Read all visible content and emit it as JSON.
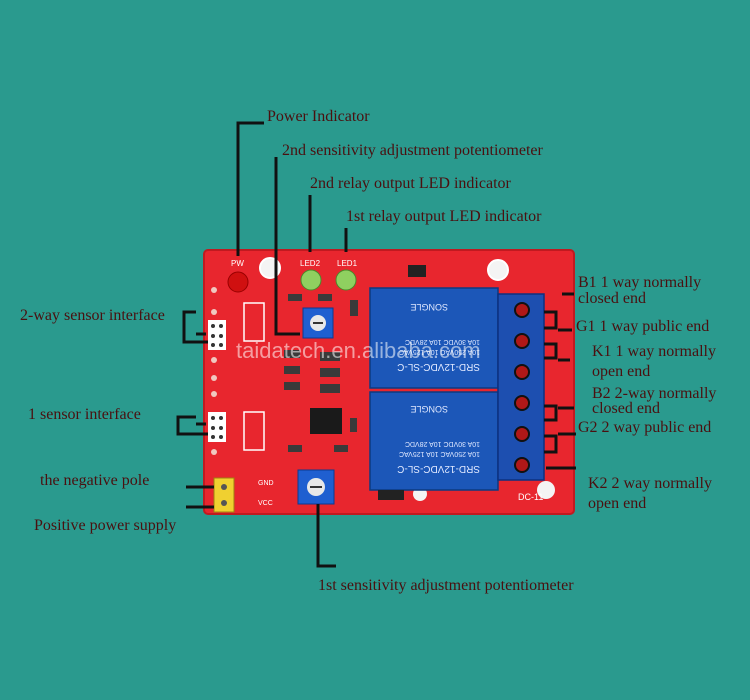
{
  "labels": {
    "power_indicator": "Power Indicator",
    "pot2": "2nd sensitivity adjustment potentiometer",
    "led2_label": "2nd relay output LED indicator",
    "led1_label": "1st relay output LED indicator",
    "sensor2": "2-way sensor interface",
    "sensor1": "1 sensor interface",
    "negative": "the negative pole",
    "positive": "Positive power supply",
    "pot1": "1st sensitivity adjustment potentiometer",
    "b1_a": "B1 1 way normally",
    "b1_b": "closed end",
    "g1": "G1 1 way public end",
    "k1_a": "K1 1 way normally",
    "k1_b": "open end",
    "b2_a": "B2 2-way normally",
    "b2_b": "closed end",
    "g2": "G2 2 way public end",
    "k2_a": "K2 2 way normally",
    "k2_b": "open end"
  },
  "board": {
    "silk_pw": "PW",
    "silk_led2": "LED2",
    "silk_led1": "LED1",
    "silk_gnd": "GND",
    "silk_vcc": "VCC",
    "silk_model": "DC-11",
    "relay_model": "SRD-12VDC-SL-C",
    "relay_rating_1": "10A 250VAC 10A 125VAC",
    "relay_rating_2": "10A 30VDC 10A 28VDC",
    "relay_brand": "SONGLE",
    "watermark": "taidatech.en.alibaba.com"
  },
  "colors": {
    "background": "#2a9a8e",
    "pcb": "#e8262e",
    "relay": "#1c57b8",
    "terminal": "#1d4fb0",
    "label_text": "#4a1010",
    "leader_line": "#111111"
  }
}
